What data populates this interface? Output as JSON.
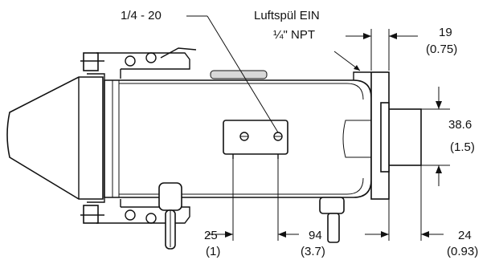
{
  "labels": {
    "thread": "1/4 - 20",
    "purge_title": "Luftspül EIN",
    "purge_npt": "¼\" NPT",
    "dim_19": "19",
    "dim_19_in": "(0.75)",
    "dim_38": "38.6",
    "dim_38_in": "(1.5)",
    "dim_25": "25",
    "dim_25_in": "(1)",
    "dim_94": "94",
    "dim_94_in": "(3.7)",
    "dim_24": "24",
    "dim_24_in": "(0.93)"
  }
}
